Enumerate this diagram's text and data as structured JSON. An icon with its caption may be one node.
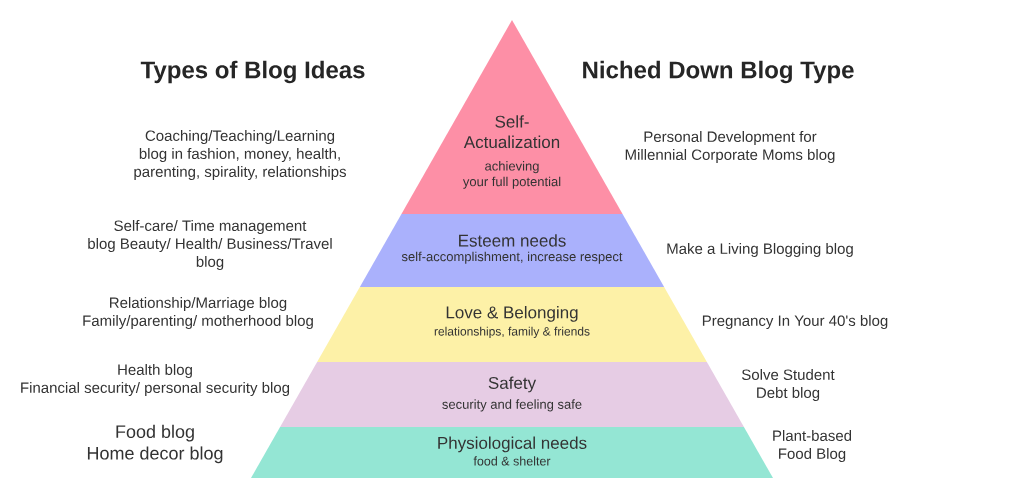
{
  "diagram": {
    "nodes": [
      {
        "text": [
          "Self-Actualization",
          "achieving your full potential"
        ],
        "beside": [
          "Coaching/Teaching/Learning blog in fashion, money, health, parenting, spirality, relationships",
          "Personal Development for Millennial Corporate Moms blog"
        ]
      },
      {
        "text": [
          "Esteem needs",
          "self-accomplishment, increase respect"
        ],
        "beside": [
          "Self-care/ Time management blog Beauty/ Health/ Business/Travel blog",
          "Make a Living Blogging blog"
        ]
      },
      {
        "text": [
          "Love & Belonging",
          "relationships, family & friends"
        ],
        "beside": [
          "Relationship/Marriage blog Family/parenting/ motherhood blog",
          "Pregnancy In Your 40's blog"
        ]
      },
      {
        "text": [
          "Safety",
          "security and feeling safe"
        ],
        "beside": [
          "Health blog Financial security/ personal security blog",
          "Solve Student Debt blog"
        ]
      },
      {
        "text": [
          "Physiological needs",
          "food & shelter"
        ],
        "beside": [
          "Food blog Home decor blog",
          "Plant-based Food Blog"
        ]
      }
    ],
    "labels": [
      "Types of Blog Ideas",
      "Niched Down Blog Type"
    ]
  }
}
